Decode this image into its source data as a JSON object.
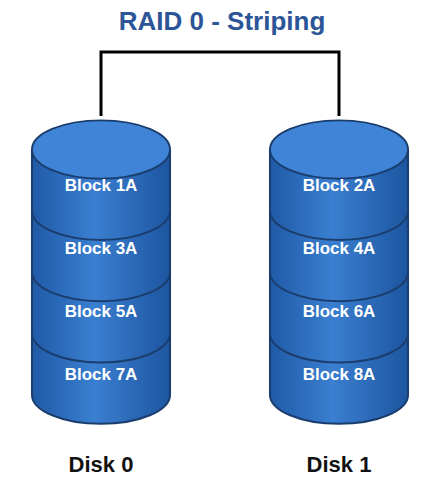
{
  "diagram": {
    "title": "RAID 0 - Striping",
    "nodes": [
      {
        "text": [
          "Disk 0"
        ]
      },
      {
        "text": [
          "Block 1A"
        ],
        "in": 0
      },
      {
        "text": [
          "Block 3A"
        ],
        "in": 0
      },
      {
        "text": [
          "Block 5A"
        ],
        "in": 0
      },
      {
        "text": [
          "Block 7A"
        ],
        "in": 0
      },
      {
        "text": [
          "Disk 1"
        ]
      },
      {
        "text": [
          "Block 2A"
        ],
        "in": 5
      },
      {
        "text": [
          "Block 4A"
        ],
        "in": 5
      },
      {
        "text": [
          "Block 6A"
        ],
        "in": 5
      },
      {
        "text": [
          "Block 8A"
        ],
        "in": 5
      }
    ],
    "edges": [
      {
        "from": 0,
        "to": 5,
        "arrow": "none"
      }
    ]
  }
}
